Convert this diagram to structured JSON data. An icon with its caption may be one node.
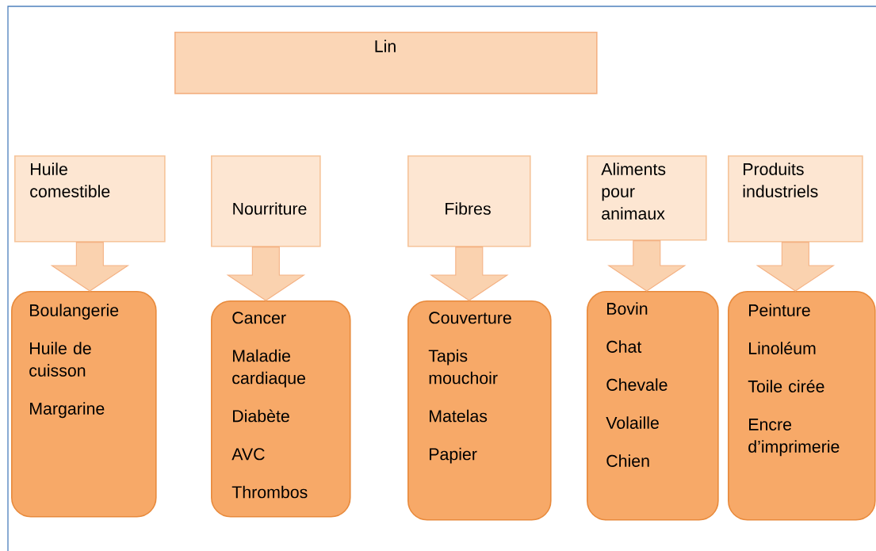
{
  "diagram": {
    "nodes": [
      {
        "text": [
          "Lin"
        ]
      },
      {
        "text": [
          "Huile comestible"
        ]
      },
      {
        "text": [
          "Nourriture"
        ]
      },
      {
        "text": [
          "Fibres"
        ]
      },
      {
        "text": [
          "Aliments pour animaux"
        ]
      },
      {
        "text": [
          "Produits industriels"
        ]
      },
      {
        "text": [
          "Boulangerie",
          "Huile de cuisson",
          "Margarine"
        ]
      },
      {
        "text": [
          "Cancer",
          "Maladie cardiaque",
          "Diabète",
          "AVC",
          "Thrombos"
        ]
      },
      {
        "text": [
          "Couverture",
          "Tapis mouchoir",
          "Matelas",
          "Papier"
        ]
      },
      {
        "text": [
          "Bovin",
          "Chat",
          "Chevale",
          "Volaille",
          "Chien"
        ]
      },
      {
        "text": [
          "Peinture",
          "Linoléum",
          "Toile cirée",
          "Encre d’imprimerie"
        ]
      }
    ],
    "edges": [
      {
        "from": 1,
        "to": 6,
        "arrow": "to"
      },
      {
        "from": 2,
        "to": 7,
        "arrow": "to"
      },
      {
        "from": 3,
        "to": 8,
        "arrow": "to"
      },
      {
        "from": 4,
        "to": 9,
        "arrow": "to"
      },
      {
        "from": 5,
        "to": 10,
        "arrow": "to"
      }
    ]
  }
}
